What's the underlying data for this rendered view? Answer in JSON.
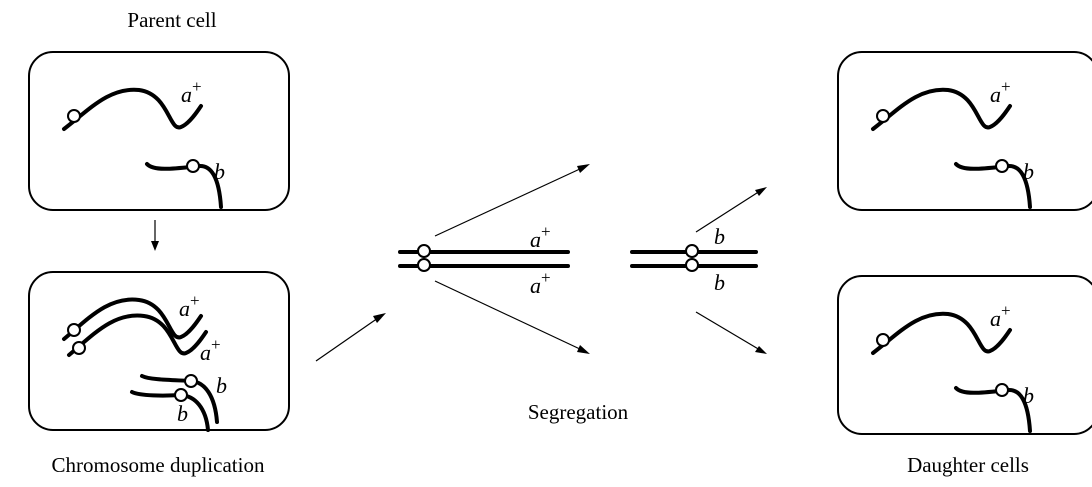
{
  "labels": {
    "parent_cell": "Parent cell",
    "chromosome_duplication": "Chromosome duplication",
    "segregation": "Segregation",
    "daughter_cells": "Daughter cells"
  },
  "alleles": {
    "a_base": "a",
    "a_sup": "+",
    "b": "b"
  }
}
